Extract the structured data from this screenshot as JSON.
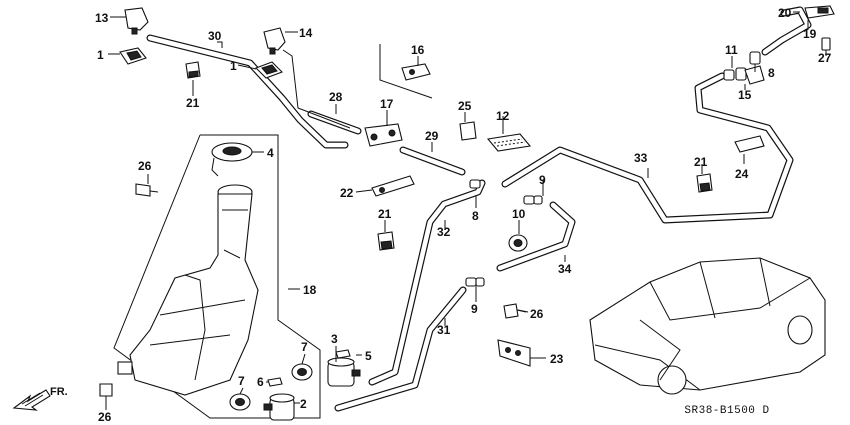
{
  "diagram": {
    "code": "SR38-B1500 D",
    "direction_label": "FR.",
    "callouts": [
      "13",
      "1",
      "30",
      "14",
      "1",
      "21",
      "28",
      "17",
      "16",
      "25",
      "12",
      "29",
      "20",
      "19",
      "27",
      "11",
      "8",
      "15",
      "33",
      "21",
      "24",
      "26",
      "4",
      "22",
      "21",
      "8",
      "9",
      "10",
      "32",
      "34",
      "18",
      "9",
      "26",
      "31",
      "3",
      "5",
      "23",
      "7",
      "7",
      "6",
      "2",
      "26"
    ]
  }
}
